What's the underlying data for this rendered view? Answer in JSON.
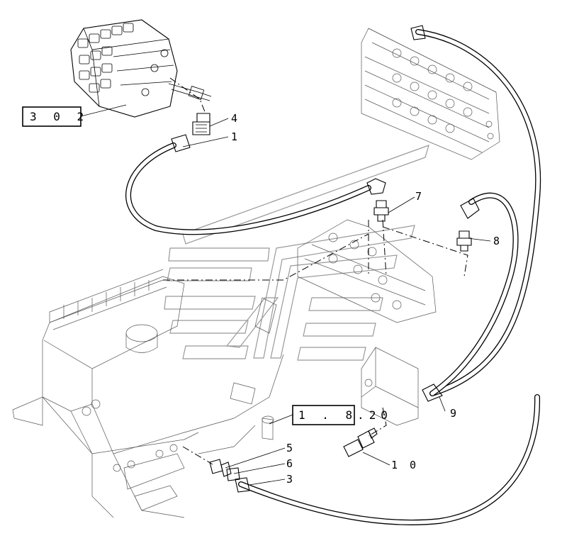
{
  "references": {
    "group_302": "3 0 2",
    "group_182": "1 . 8 2",
    "group_182_suffix": ". 0"
  },
  "callouts": [
    {
      "id": "1",
      "label": "1"
    },
    {
      "id": "3",
      "label": "3"
    },
    {
      "id": "4",
      "label": "4"
    },
    {
      "id": "5",
      "label": "5"
    },
    {
      "id": "6",
      "label": "6"
    },
    {
      "id": "7",
      "label": "7"
    },
    {
      "id": "8",
      "label": "8"
    },
    {
      "id": "9",
      "label": "9"
    },
    {
      "id": "10",
      "label": "1 0"
    }
  ]
}
